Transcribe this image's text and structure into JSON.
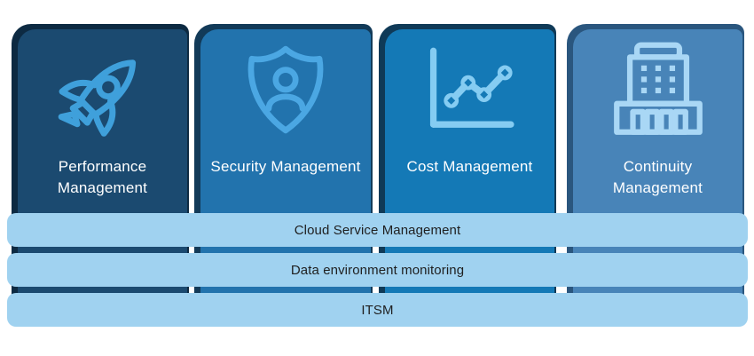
{
  "diagram": {
    "columns": [
      {
        "label": "Performance Management",
        "icon": "rocket-icon",
        "bg": "#1B4A70",
        "shadow": "#0D2A42",
        "icon_color": "#3FA0DB",
        "text_color": "#FFFFFF"
      },
      {
        "label": "Security Management",
        "icon": "shield-user-icon",
        "bg": "#2273AD",
        "shadow": "#123A58",
        "icon_color": "#4BA7E3",
        "text_color": "#FFFFFF"
      },
      {
        "label": "Cost Management",
        "icon": "line-chart-icon",
        "bg": "#1479B6",
        "shadow": "#0F3A57",
        "icon_color": "#85CCF2",
        "text_color": "#FFFFFF"
      },
      {
        "label": "Continuity Management",
        "icon": "building-icon",
        "bg": "#4884B8",
        "shadow": "#2A567E",
        "icon_color": "#A9D7F5",
        "text_color": "#FFFFFF"
      }
    ],
    "bars": [
      {
        "label": "Cloud Service Management"
      },
      {
        "label": "Data environment monitoring"
      },
      {
        "label": "ITSM"
      }
    ],
    "colors": {
      "bar_bg": "#A0D2F0",
      "bar_text": "#1F1F1F",
      "background": "#FFFFFF"
    }
  }
}
